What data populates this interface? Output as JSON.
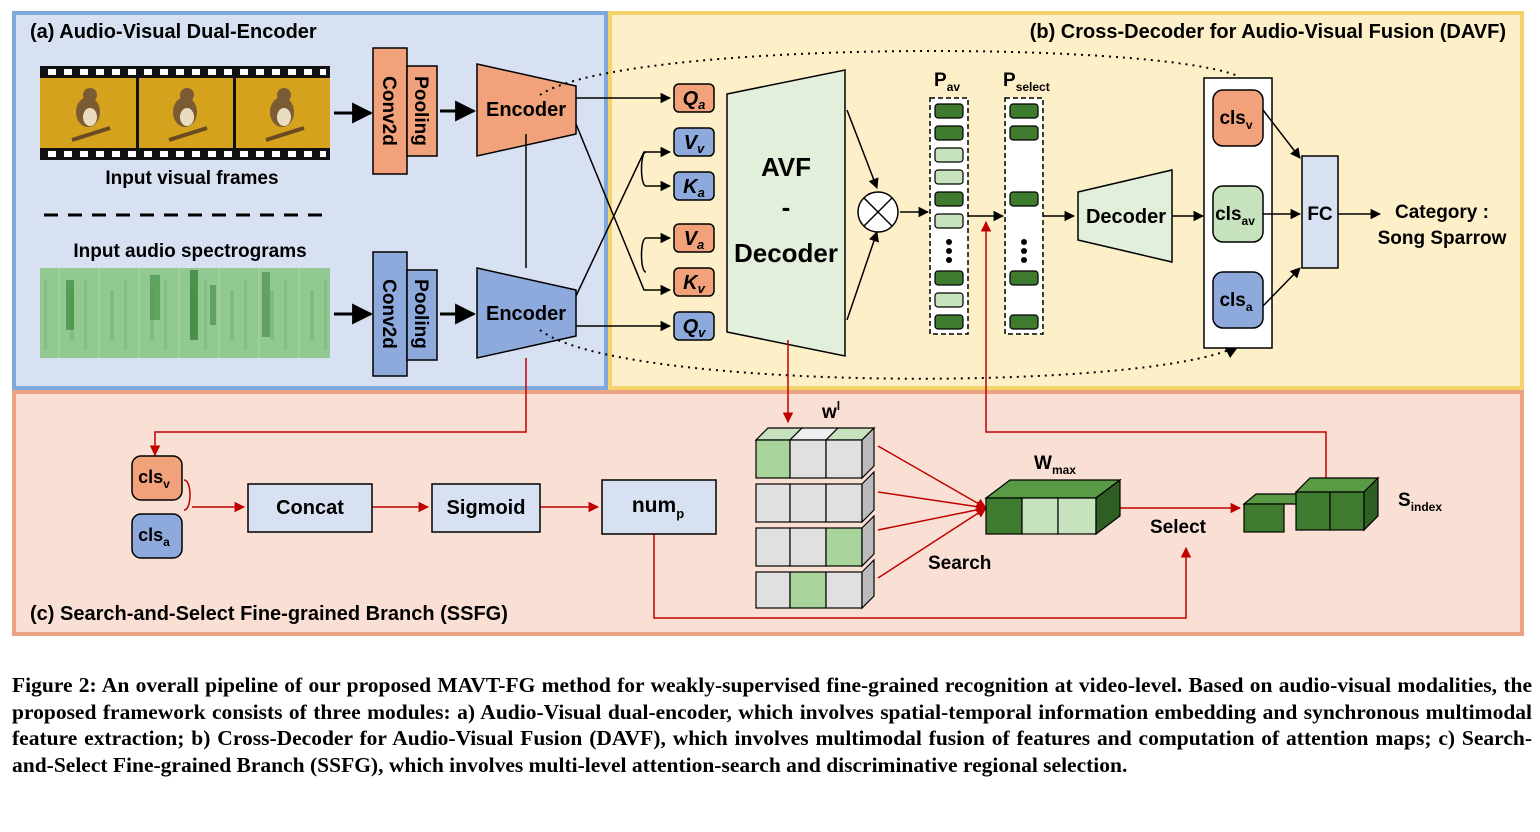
{
  "panels": {
    "a_title": "(a) Audio-Visual Dual-Encoder",
    "b_title": "(b) Cross-Decoder for Audio-Visual Fusion (DAVF)",
    "c_title": "(c) Search-and-Select Fine-grained Branch (SSFG)"
  },
  "encoder_panel": {
    "visual_label": "Input visual frames",
    "audio_label": "Input audio spectrograms",
    "conv_label": "Conv2d",
    "pool_label": "Pooling",
    "encoder_label": "Encoder"
  },
  "qkv": {
    "q_a": "Q",
    "q_a_sub": "a",
    "v_v": "V",
    "v_v_sub": "v",
    "k_a": "K",
    "k_a_sub": "a",
    "v_a": "V",
    "v_a_sub": "a",
    "k_v": "K",
    "k_v_sub": "v",
    "q_v": "Q",
    "q_v_sub": "v"
  },
  "fusion_panel": {
    "avf_line1": "AVF",
    "avf_line2": "-",
    "avf_line3": "Decoder",
    "p_av": "P",
    "p_av_sub": "av",
    "p_select": "P",
    "p_select_sub": "select",
    "decoder_label": "Decoder",
    "cls_v": "cls",
    "cls_v_sub": "v",
    "cls_av": "cls",
    "cls_av_sub": "av",
    "cls_a": "cls",
    "cls_a_sub": "a",
    "fc_label": "FC",
    "category_line1": "Category :",
    "category_line2": "Song Sparrow"
  },
  "ssfg_panel": {
    "cls_v": "cls",
    "cls_v_sub": "v",
    "cls_a": "cls",
    "cls_a_sub": "a",
    "concat_label": "Concat",
    "sigmoid_label": "Sigmoid",
    "num_label": "num",
    "num_sub": "p",
    "w_label": "w",
    "w_sup": "l",
    "wmax_label": "W",
    "wmax_sub": "max",
    "search_label": "Search",
    "select_label": "Select",
    "sindex_label": "S",
    "sindex_sub": "index"
  },
  "caption": "Figure 2: An overall pipeline of our proposed MAVT-FG method for weakly-supervised fine-grained recognition at video-level. Based on audio-visual modalities, the proposed framework consists of three modules: a) Audio-Visual dual-encoder, which involves spatial-temporal information embedding and synchronous multimodal feature extraction; b) Cross-Decoder for Audio-Visual Fusion (DAVF), which involves multimodal fusion of features and computation of attention maps; c) Search-and-Select Fine-grained Branch (SSFG), which involves multi-level attention-search and discriminative regional selection.",
  "colors": {
    "panel_a": "#d8e1f2",
    "panel_a_border": "#7fa8dc",
    "panel_b": "#fdf0c8",
    "panel_b_border": "#f5d36b",
    "panel_c": "#fae0d4",
    "panel_c_border": "#eba383",
    "orange_box": "#f2a27a",
    "blue_box": "#8ea9db",
    "green_dark": "#3f7b2e",
    "green_light": "#c6e3bd",
    "arrow_red": "#c00000"
  }
}
